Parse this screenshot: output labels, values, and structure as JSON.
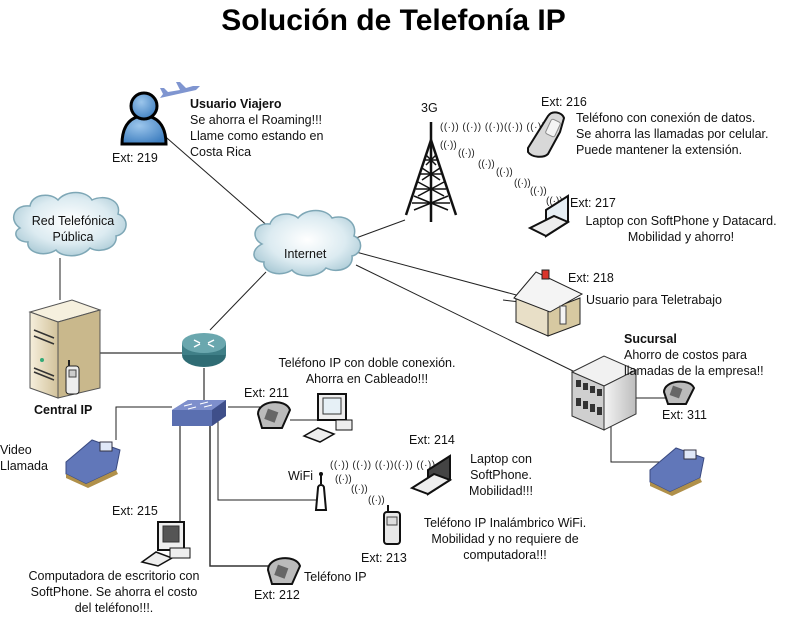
{
  "title": "Solución de Telefonía IP",
  "colors": {
    "cloud": "#d3e6ee",
    "cloud_edge": "#7ea7b6",
    "router": "#3f7f87",
    "switch": "#5a6fb0",
    "server": "#e7dcc0",
    "video_phone": "#6177b9",
    "house_roof": "#f2f2f2",
    "chimney": "#d9342b"
  },
  "nodes": {
    "internet": {
      "label": "Internet",
      "icon": "cloud-icon"
    },
    "pstn": {
      "label_lines": [
        "Red Telefónica",
        "Pública"
      ],
      "icon": "cloud-icon"
    },
    "central": {
      "label": "Central IP",
      "icon": "server-icon"
    },
    "router": {
      "icon": "router-icon"
    },
    "switch": {
      "icon": "switch-icon"
    },
    "tower": {
      "label": "3G",
      "icon": "cell-tower-icon"
    },
    "wifi": {
      "label": "WiFi",
      "icon": "wifi-access-point-icon"
    },
    "traveler": {
      "title": "Usuario Viajero",
      "lines": [
        "Se ahorra el Roaming!!!",
        "Llame como estando en",
        "Costa Rica"
      ],
      "ext": "Ext: 219",
      "icon": "user-icon",
      "badge_icon": "airplane-icon"
    },
    "mobile_data": {
      "ext": "Ext: 216",
      "lines": [
        "Teléfono con conexión de datos.",
        "Se ahorra las llamadas por celular.",
        "Puede mantener la extensión."
      ],
      "icon": "cell-phone-icon"
    },
    "laptop_datacard": {
      "ext": "Ext: 217",
      "lines": [
        "Laptop con SoftPhone y Datacard.",
        "Mobilidad y ahorro!"
      ],
      "icon": "laptop-icon"
    },
    "teleworker": {
      "ext": "Ext: 218",
      "lines": [
        "Usuario para Teletrabajo"
      ],
      "icon": "house-icon"
    },
    "branch": {
      "title": "Sucursal",
      "lines": [
        "Ahorro de costos para",
        "llamadas de la empresa!!"
      ],
      "ext": "Ext: 311",
      "icon": "building-icon",
      "phone_icon": "desk-phone-icon",
      "video_icon": "video-phone-icon"
    },
    "dual_phone": {
      "ext": "Ext: 211",
      "lines": [
        "Teléfono IP con doble conexión.",
        "Ahorra en Cableado!!!"
      ],
      "icon": "desk-phone-icon",
      "pc_icon": "desktop-computer-icon"
    },
    "laptop_wifi": {
      "ext": "Ext: 214",
      "lines": [
        "Laptop con",
        "SoftPhone.",
        "Mobilidad!!!"
      ],
      "icon": "laptop-icon"
    },
    "wifi_phone": {
      "ext": "Ext: 213",
      "lines": [
        "Teléfono IP Inalámbrico WiFi.",
        "Mobilidad y no requiere de",
        "computadora!!!"
      ],
      "icon": "wireless-phone-icon"
    },
    "video_call": {
      "lines": [
        "Video",
        "Llamada"
      ],
      "icon": "video-phone-icon"
    },
    "softphone_pc": {
      "ext": "Ext: 215",
      "lines": [
        "Computadora de escritorio con",
        "SoftPhone. Se ahorra el costo",
        "del teléfono!!!."
      ],
      "icon": "desktop-computer-icon"
    },
    "ip_phone": {
      "ext": "Ext: 212",
      "label": "Teléfono IP",
      "icon": "desk-phone-icon"
    }
  }
}
